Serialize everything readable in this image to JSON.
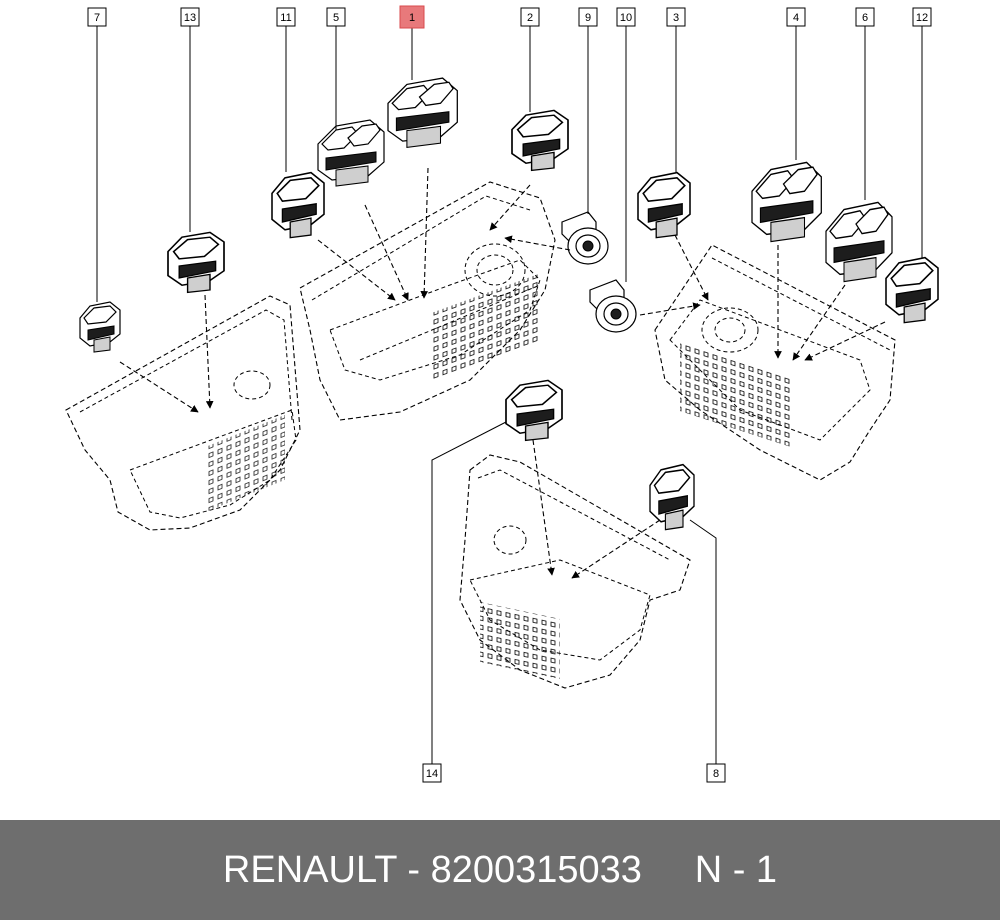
{
  "diagram": {
    "callouts": [
      {
        "id": "c7",
        "label": "7"
      },
      {
        "id": "c13",
        "label": "13"
      },
      {
        "id": "c11",
        "label": "11"
      },
      {
        "id": "c5",
        "label": "5"
      },
      {
        "id": "c1",
        "label": "1",
        "highlighted": true
      },
      {
        "id": "c2",
        "label": "2"
      },
      {
        "id": "c9",
        "label": "9"
      },
      {
        "id": "c10",
        "label": "10"
      },
      {
        "id": "c3",
        "label": "3"
      },
      {
        "id": "c4",
        "label": "4"
      },
      {
        "id": "c6",
        "label": "6"
      },
      {
        "id": "c12",
        "label": "12"
      },
      {
        "id": "c14",
        "label": "14"
      },
      {
        "id": "c8",
        "label": "8"
      }
    ],
    "highlight_color": "#e8797b"
  },
  "footer": {
    "brand": "RENAULT",
    "separator": " - ",
    "part_number": "8200315033",
    "position": "N - 1",
    "background": "#6e6e6e"
  }
}
